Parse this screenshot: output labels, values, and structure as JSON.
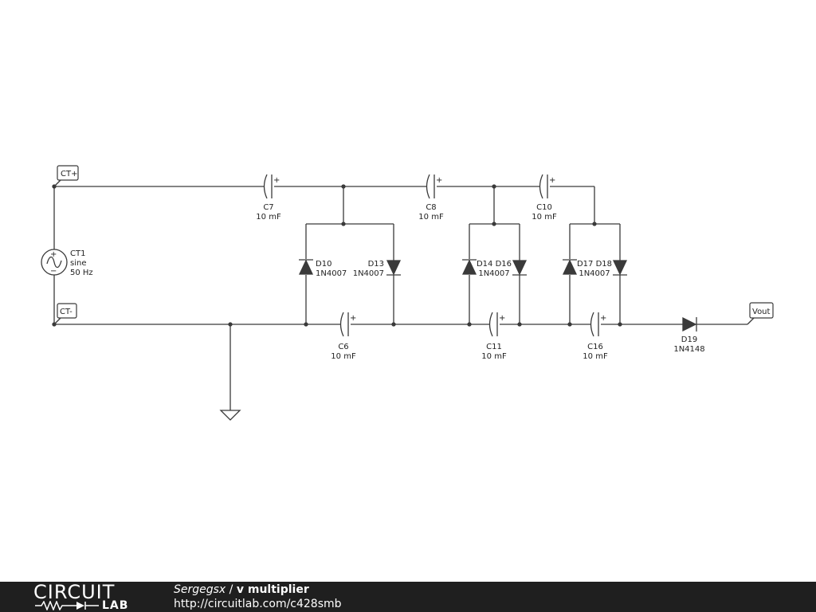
{
  "footer": {
    "logo_top": "CIRCUIT",
    "logo_bottom": "LAB",
    "author": "Sergegsx",
    "separator": " / ",
    "title": "v multiplier",
    "url": "http://circuitlab.com/c428smb"
  },
  "schematic": {
    "tags": {
      "ct_plus": "CT+",
      "ct_minus": "CT-",
      "vout": "Vout"
    },
    "source": {
      "name": "CT1",
      "type": "sine",
      "freq": "50 Hz"
    },
    "capacitors": {
      "c7": {
        "name": "C7",
        "value": "10 mF"
      },
      "c8": {
        "name": "C8",
        "value": "10 mF"
      },
      "c10": {
        "name": "C10",
        "value": "10 mF"
      },
      "c6": {
        "name": "C6",
        "value": "10 mF"
      },
      "c11": {
        "name": "C11",
        "value": "10 mF"
      },
      "c16": {
        "name": "C16",
        "value": "10 mF"
      }
    },
    "diodes": {
      "d10": {
        "name": "D10",
        "part": "1N4007"
      },
      "d13": {
        "name": "D13",
        "part": "1N4007"
      },
      "d14_d16": {
        "name": "D14 D16",
        "part": "1N4007"
      },
      "d17_d18": {
        "name": "D17 D18",
        "part": "1N4007"
      },
      "d19": {
        "name": "D19",
        "part": "1N4148"
      }
    },
    "polarity_mark": "+"
  }
}
